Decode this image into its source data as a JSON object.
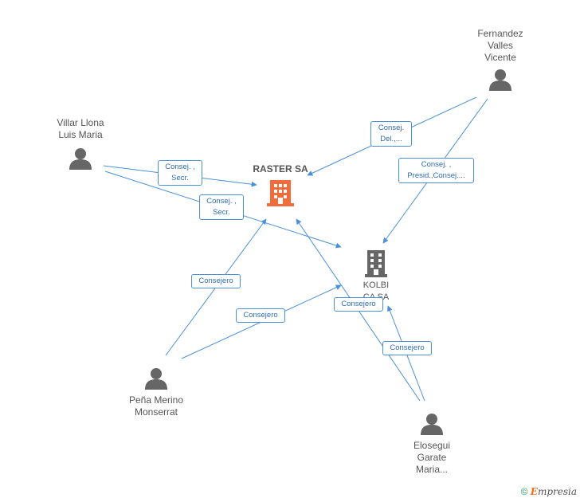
{
  "companies": [
    {
      "id": "raster",
      "label": "RASTER SA",
      "color": "#f26b3a"
    },
    {
      "id": "kolbi",
      "label": "KOLBI\nCA SA",
      "color": "#666666"
    }
  ],
  "persons": [
    {
      "id": "fernandez",
      "label": "Fernandez\nValles\nVicente"
    },
    {
      "id": "villar",
      "label": "Villar Llona\nLuis Maria"
    },
    {
      "id": "pena",
      "label": "Peña Merino\nMonserrat"
    },
    {
      "id": "elosegui",
      "label": "Elosegui\nGarate\nMaria..."
    }
  ],
  "roles": [
    {
      "id": "r1",
      "label": "Consej.\nDel.,..."
    },
    {
      "id": "r2",
      "label": "Consej. ,\nPresid.,Consej...."
    },
    {
      "id": "r3",
      "label": "Consej. ,\nSecr."
    },
    {
      "id": "r4",
      "label": "Consej. ,\nSecr."
    },
    {
      "id": "r5",
      "label": "Consejero"
    },
    {
      "id": "r6",
      "label": "Consejero"
    },
    {
      "id": "r7",
      "label": "Consejero"
    },
    {
      "id": "r8",
      "label": "Consejero"
    }
  ],
  "colors": {
    "edge": "#4a90d9",
    "person": "#666666"
  },
  "footer": {
    "copyright": "©",
    "brand": "mpresia",
    "brand_initial": "E"
  }
}
